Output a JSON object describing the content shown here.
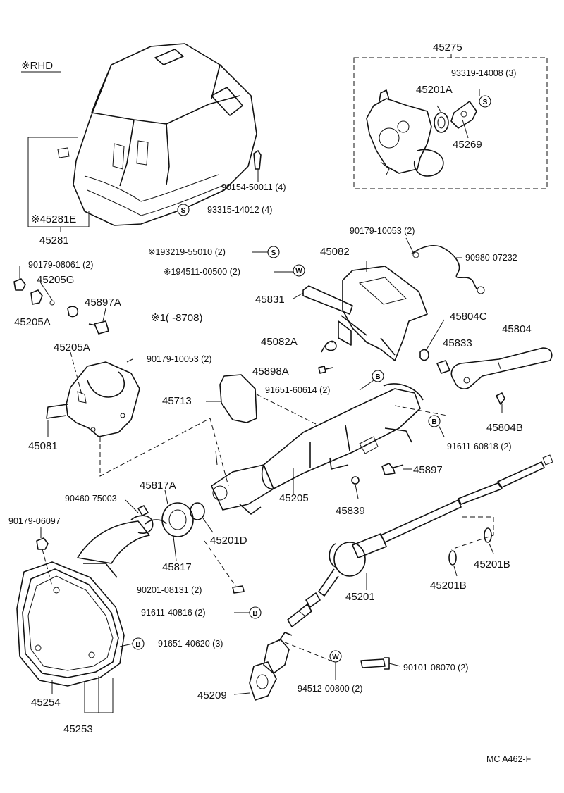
{
  "labels": {
    "rhd_note": "※RHD",
    "p45275": "45275",
    "p93319_14008": "93319-14008 (3)",
    "p45201A": "45201A",
    "p45269": "45269",
    "p90154_50011": "90154-50011 (4)",
    "p93315_14012": "93315-14012 (4)",
    "p45281E": "※45281E",
    "p45281": "45281",
    "p193219_55010": "※193219-55010 (2)",
    "p90179_10053_top": "90179-10053 (2)",
    "p45082": "45082",
    "p90980_07232": "90980-07232",
    "p194511_00500": "※194511-00500 (2)",
    "p90179_08061": "90179-08061 (2)",
    "p45205G": "45205G",
    "p45831": "45831",
    "p45897A": "45897A",
    "p45205A_1": "45205A",
    "p45205A_2": "45205A",
    "note1": "※1(     -8708)",
    "p45804C": "45804C",
    "p45804": "45804",
    "p45082A": "45082A",
    "p45833": "45833",
    "p90179_10053_mid": "90179-10053 (2)",
    "p45898A": "45898A",
    "p91651_60614": "91651-60614 (2)",
    "p45713": "45713",
    "p45804B": "45804B",
    "p91611_60818": "91611-60818 (2)",
    "p45081": "45081",
    "p45817A": "45817A",
    "p45897": "45897",
    "p90460_75003": "90460-75003",
    "p45205": "45205",
    "p45839": "45839",
    "p90179_06097": "90179-06097",
    "p45201D": "45201D",
    "p45817": "45817",
    "p45201B_1": "45201B",
    "p45201B_2": "45201B",
    "p90201_08131": "90201-08131 (2)",
    "p45201": "45201",
    "p91611_40816": "91611-40816 (2)",
    "p91651_40620": "91651-40620 (3)",
    "p90101_08070": "90101-08070 (2)",
    "p45254": "45254",
    "p45253": "45253",
    "p45209": "45209",
    "p94512_00800": "94512-00800 (2)",
    "footer_code": "MC A462-F"
  },
  "badges": {
    "s": "S",
    "w": "W",
    "b": "B"
  }
}
